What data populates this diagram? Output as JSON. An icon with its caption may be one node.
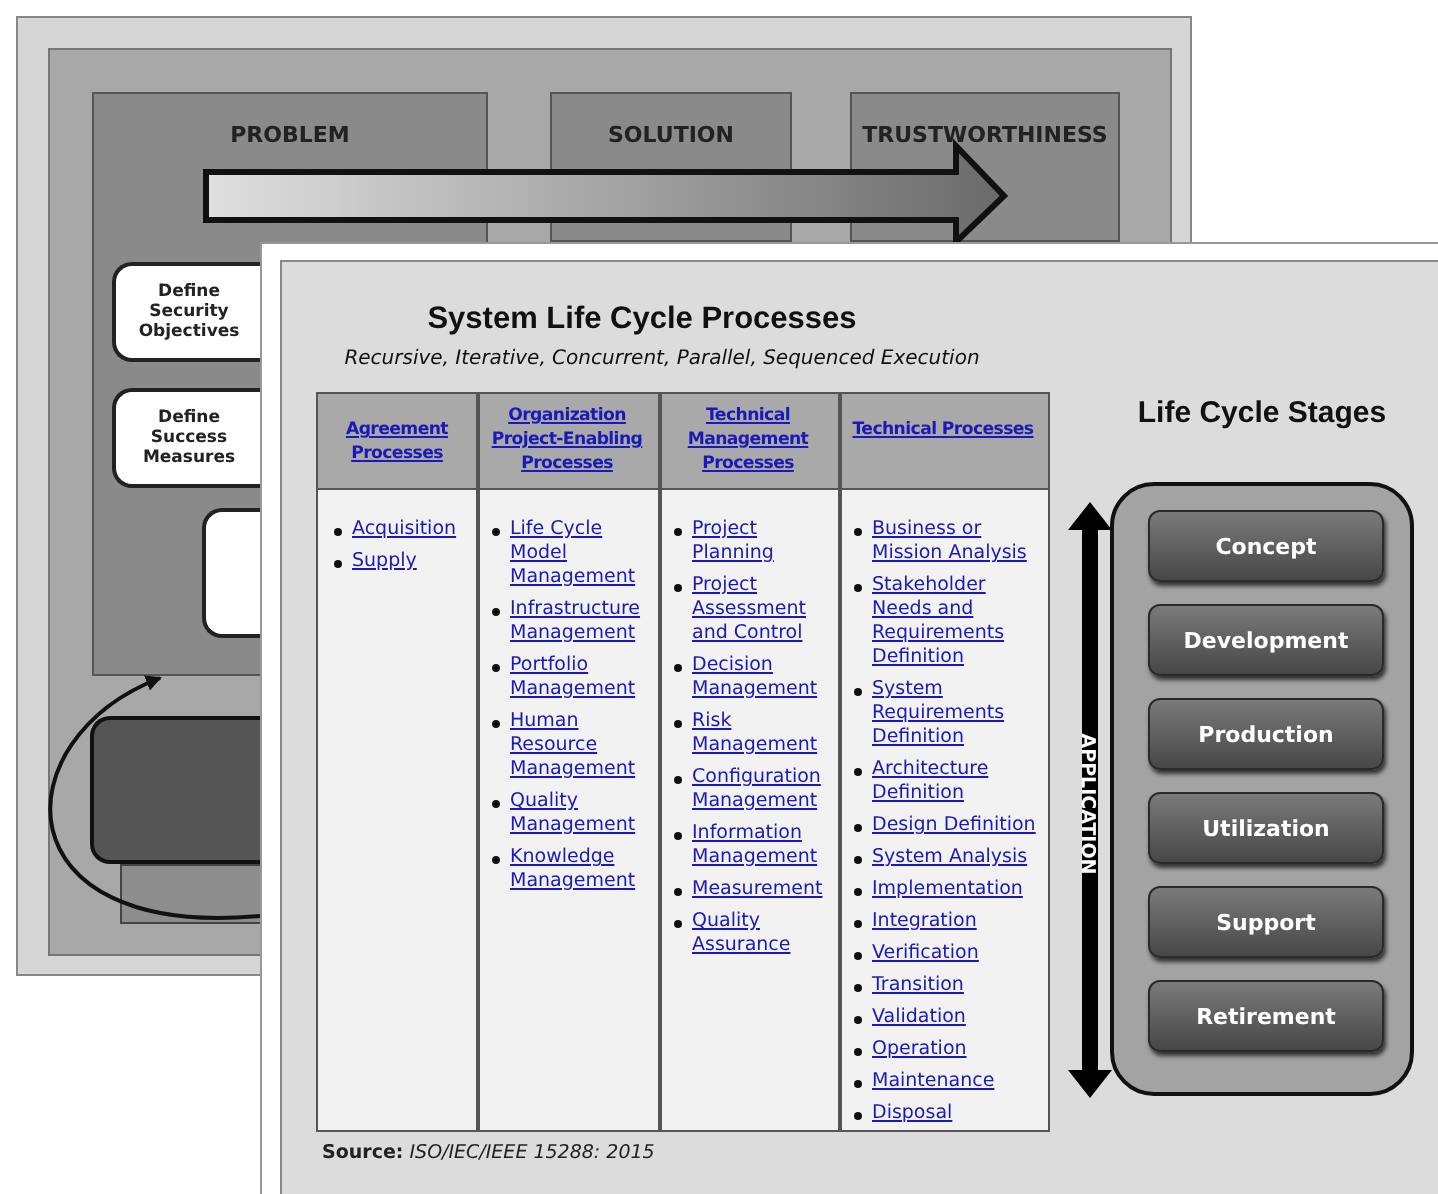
{
  "diagram": {
    "title": "System Life Cycle Processes",
    "nodes": [
      {
        "text": [
          "PROBLEM"
        ]
      },
      {
        "text": [
          "SOLUTION"
        ]
      },
      {
        "text": [
          "TRUSTWORTHINESS"
        ]
      },
      {
        "text": [
          "Define Security Objectives"
        ],
        "in": 0
      },
      {
        "text": [
          "Define Success Measures"
        ],
        "in": 0
      },
      {
        "text": [],
        "shape": "box",
        "in": 0
      },
      {
        "text": [],
        "shape": "box"
      },
      {
        "text": [],
        "shape": "bar"
      },
      {
        "text": [
          "Life Cycle Stages"
        ]
      },
      {
        "text": [
          "Concept"
        ],
        "in": 8
      },
      {
        "text": [
          "Development"
        ],
        "in": 8
      },
      {
        "text": [
          "Production"
        ],
        "in": 8
      },
      {
        "text": [
          "Utilization"
        ],
        "in": 8
      },
      {
        "text": [
          "Support"
        ],
        "in": 8
      },
      {
        "text": [
          "Retirement"
        ],
        "in": 8
      }
    ],
    "edges": [
      {
        "from": 7,
        "to": 0,
        "arrow": "to"
      }
    ],
    "labels": [
      "Recursive, Iterative, Concurrent, Parallel, Sequenced Execution",
      "Agreement Processes",
      "Organization Project-Enabling Processes",
      "Technical Management Processes",
      "Technical Processes",
      "Acquisition",
      "Supply",
      "Life Cycle Model Management",
      "Infrastructure Management",
      "Portfolio Management",
      "Human Resource Management",
      "Quality Management",
      "Knowledge Management",
      "Project Planning",
      "Project Assessment and Control",
      "Decision Management",
      "Risk Management",
      "Configuration Management",
      "Information Management",
      "Measurement",
      "Quality Assurance",
      "Business or Mission Analysis",
      "Stakeholder Needs and Requirements Definition",
      "System Requirements Definition",
      "Architecture Definition",
      "Design Definition",
      "System Analysis",
      "Implementation",
      "Integration",
      "Verification",
      "Transition",
      "Validation",
      "Operation",
      "Maintenance",
      "Disposal",
      "APPLICATION",
      "**Source:**  *ISO/IEC/IEEE 15288: 2015*"
    ]
  }
}
